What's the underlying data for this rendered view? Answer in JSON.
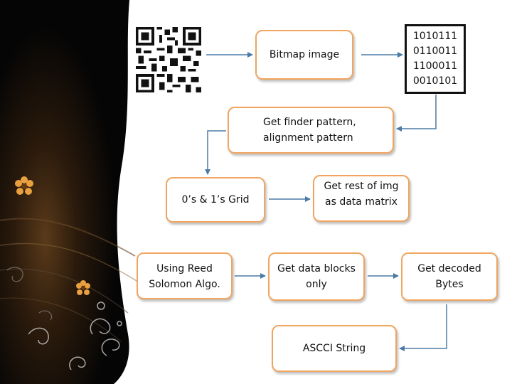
{
  "nodes": {
    "bitmap": "Bitmap image",
    "binary": [
      "1010111",
      "0110011",
      "1100011",
      "0010101"
    ],
    "finder": [
      "Get finder pattern,",
      "alignment pattern"
    ],
    "grid": "0’s & 1’s Grid",
    "rest": [
      "Get rest of img",
      "as data matrix"
    ],
    "reed": [
      "Using Reed",
      "Solomon Algo."
    ],
    "datablocks": [
      "Get data blocks",
      "only"
    ],
    "decoded": [
      "Get decoded",
      "Bytes"
    ],
    "ascii": "ASCCI String"
  },
  "colors": {
    "box_border": "#f0a560",
    "arrow": "#4a7ba6",
    "background_dark": "#0a0a0a",
    "accent_orange": "#e8a040"
  }
}
